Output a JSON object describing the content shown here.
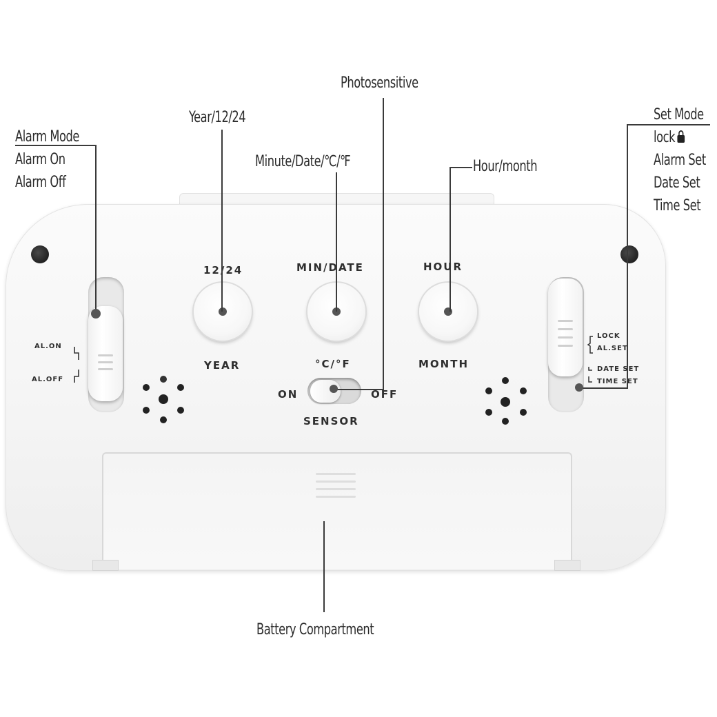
{
  "callouts": {
    "alarm_mode": [
      "Alarm Mode",
      "Alarm On",
      "Alarm Off"
    ],
    "year": "Year/12/24",
    "minute": "Minute/Date/℃/℉",
    "photosensitive": "Photosensitive",
    "hour": "Hour/month",
    "set_mode": [
      "Set Mode",
      "lock",
      "Alarm Set",
      "Date Set",
      "Time Set"
    ],
    "battery": "Battery Compartment"
  },
  "device": {
    "btn_1224_top": "12/24",
    "btn_1224_bottom": "YEAR",
    "btn_min_top": "MIN/DATE",
    "btn_min_bottom": "°C/°F",
    "btn_hour_top": "HOUR",
    "btn_hour_bottom": "MONTH",
    "sensor_on": "ON",
    "sensor_off": "OFF",
    "sensor_label": "SENSOR",
    "al_on": "AL.ON",
    "al_off": "AL.OFF",
    "lock": "LOCK",
    "al_set": "AL.SET",
    "date_set": "DATE SET",
    "time_set": "TIME SET"
  },
  "icons": [
    "lock-icon"
  ],
  "colors": {
    "body": "#f5f5f5",
    "line": "#3a3a3a",
    "text": "#2b2b2b"
  }
}
